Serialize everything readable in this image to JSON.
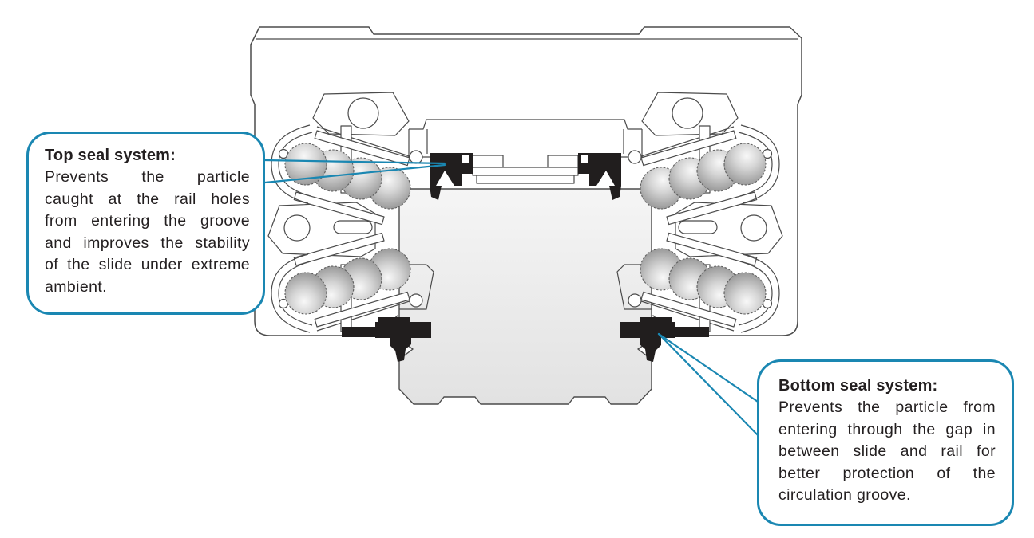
{
  "callouts": {
    "top": {
      "title": "Top seal system:",
      "lines": [
        "Prevents the particle",
        "caught at the rail holes",
        "from entering the groove",
        "and improves the stability",
        "of the slide under extreme",
        "ambient."
      ]
    },
    "bottom": {
      "title": "Bottom seal system:",
      "lines": [
        "Prevents the particle from",
        "entering through the gap in",
        "between slide and rail for",
        "better protection of the",
        "circulation groove."
      ]
    }
  },
  "colors": {
    "accent": "#1a87b2",
    "line_work": "#4b4b4b",
    "seal": "#211e1e",
    "text": "#231f20",
    "rail_light": "#f5f5f5",
    "rail_dark": "#e2e2e2",
    "ball_hi": "#f8f8f8",
    "ball_lo": "#8e8e8e"
  }
}
